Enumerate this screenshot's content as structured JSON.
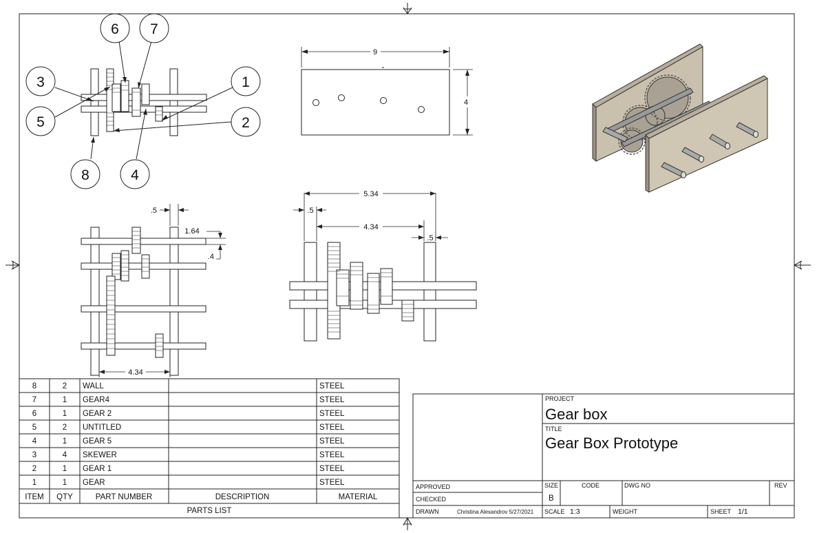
{
  "parts_list": {
    "caption": "PARTS LIST",
    "headers": [
      "ITEM",
      "QTY",
      "PART NUMBER",
      "DESCRIPTION",
      "MATERIAL"
    ],
    "rows": [
      {
        "item": "8",
        "qty": "2",
        "part": "WALL",
        "desc": "",
        "material": "STEEL"
      },
      {
        "item": "7",
        "qty": "1",
        "part": "GEAR4",
        "desc": "",
        "material": "STEEL"
      },
      {
        "item": "6",
        "qty": "1",
        "part": "GEAR 2",
        "desc": "",
        "material": "STEEL"
      },
      {
        "item": "5",
        "qty": "2",
        "part": "UNTITLED",
        "desc": "",
        "material": "STEEL"
      },
      {
        "item": "4",
        "qty": "1",
        "part": "GEAR 5",
        "desc": "",
        "material": "STEEL"
      },
      {
        "item": "3",
        "qty": "4",
        "part": "SKEWER",
        "desc": "",
        "material": "STEEL"
      },
      {
        "item": "2",
        "qty": "1",
        "part": "GEAR 1",
        "desc": "",
        "material": "STEEL"
      },
      {
        "item": "1",
        "qty": "1",
        "part": "GEAR",
        "desc": "",
        "material": "STEEL"
      }
    ]
  },
  "title_block": {
    "project_label": "PROJECT",
    "project": "Gear box",
    "title_label": "TITLE",
    "title": "Gear Box  Prototype",
    "approved_label": "APPROVED",
    "checked_label": "CHECKED",
    "drawn_label": "DRAWN",
    "drawn_by": "Christina Alexandrov 5/27/2021",
    "size_label": "SIZE",
    "size": "B",
    "code_label": "CODE",
    "dwg_no_label": "DWG NO",
    "rev_label": "REV",
    "scale_label": "SCALE",
    "scale": "1:3",
    "weight_label": "WEIGHT",
    "sheet_label": "SHEET",
    "sheet": "1/1"
  },
  "balloons": [
    "1",
    "2",
    "3",
    "4",
    "5",
    "6",
    "7",
    "8"
  ],
  "dimensions": {
    "side_width": "9",
    "side_height": "4",
    "front_half": ".5",
    "front_164": "1.64",
    "front_4": ".4",
    "front_434": "4.34",
    "right_534": "5.34",
    "right_half_left": ".5",
    "right_434": "4.34",
    "right_half_right": ".5"
  }
}
